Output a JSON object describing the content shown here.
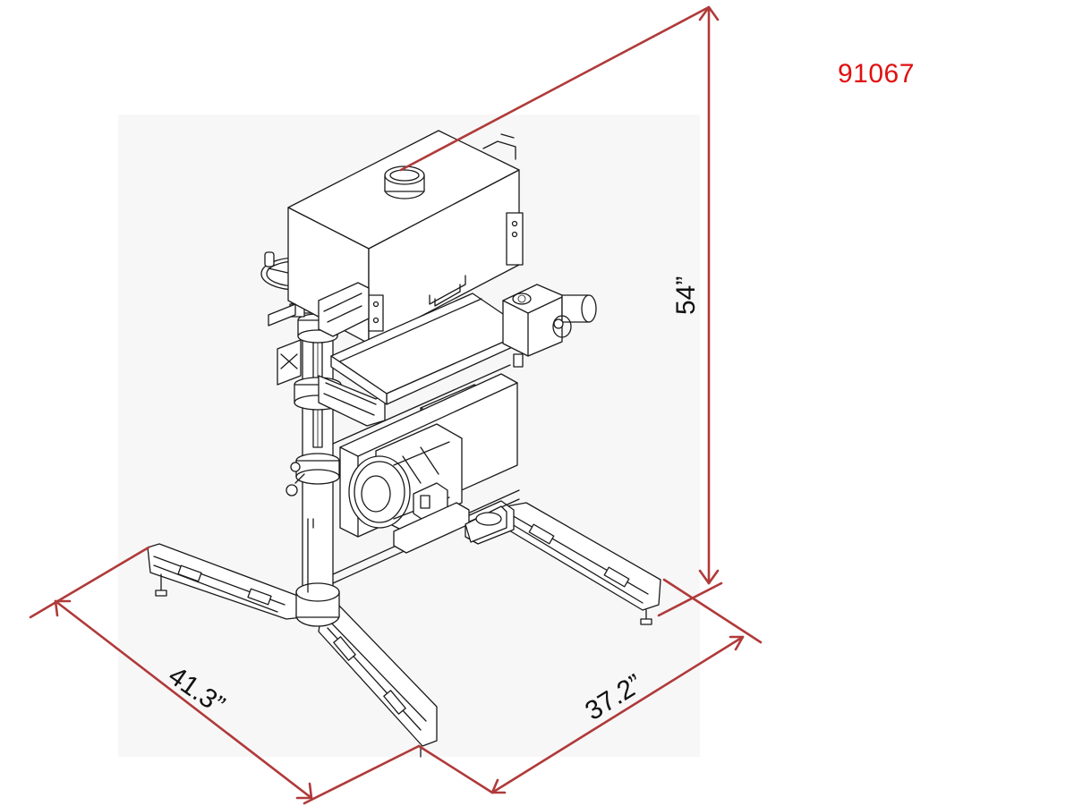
{
  "model_number": "91067",
  "dimensions": {
    "height": "54”",
    "depth": "41.3”",
    "width": "37.2”"
  },
  "colors": {
    "model_number": "#e01010",
    "dimension_lines": "#b03a3a",
    "drawing_lines": "#1a1a1a",
    "background": "#ffffff"
  }
}
